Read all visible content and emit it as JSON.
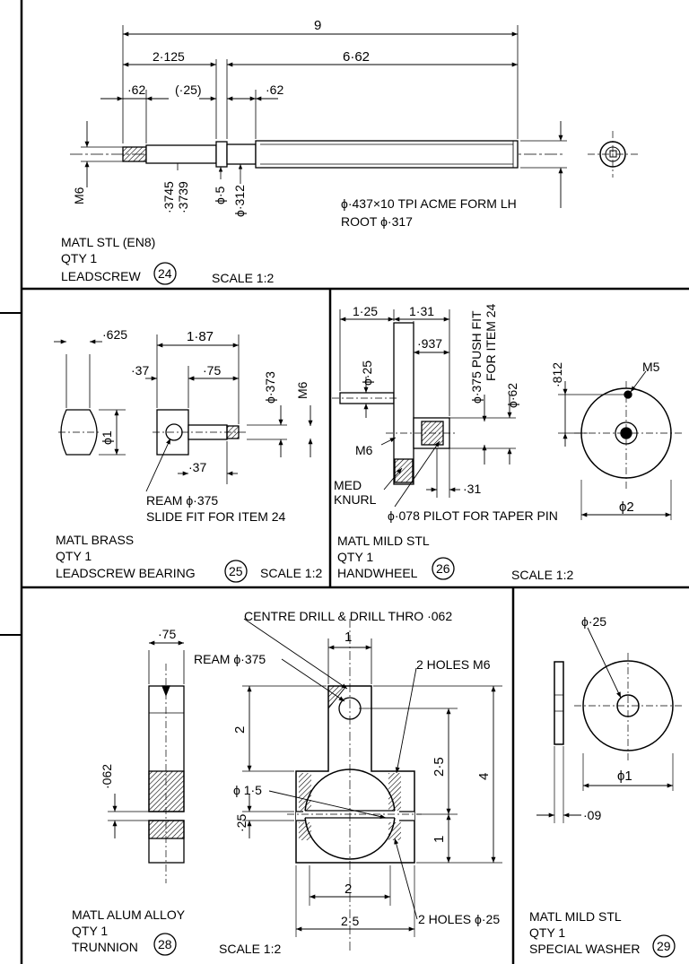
{
  "sheet": {
    "leadscrew": {
      "dims": {
        "overall": "9",
        "left": "2·125",
        "right": "6·62",
        "d062a": "·62",
        "d025p": "(·25)",
        "d062b": "·62",
        "m6": "M6",
        "d3745": "·3745",
        "d3739": "·3739",
        "d5": "ϕ·5",
        "d312": "ϕ·312",
        "acme": "ϕ·437×10 TPI ACME FORM LH",
        "root": "ROOT ϕ·317"
      },
      "title": {
        "matl": "MATL STL (EN8)",
        "qty": "QTY 1",
        "name": "LEADSCREW",
        "num": "24",
        "scale": "SCALE 1:2"
      }
    },
    "bearing": {
      "dims": {
        "d625": "·625",
        "d187": "1·87",
        "d037a": "·37",
        "d075": "·75",
        "d373": "ϕ·373",
        "m6": "M6",
        "phi1": "ϕ1",
        "d037b": "·37"
      },
      "notes": {
        "ream": "REAM ϕ·375",
        "slide": "SLIDE FIT FOR ITEM 24"
      },
      "title": {
        "matl": "MATL BRASS",
        "qty": "QTY 1",
        "name": "LEADSCREW BEARING",
        "num": "25",
        "scale": "SCALE 1:2"
      }
    },
    "handwheel": {
      "dims": {
        "d125": "1·25",
        "d131": "1·31",
        "d937": "·937",
        "d025": "ϕ·25",
        "push1": "ϕ·375 PUSH FIT",
        "push2": "FOR ITEM 24",
        "d062": "ϕ·62",
        "d812": "·812",
        "m5": "M5",
        "m6": "M6",
        "d031": "·31",
        "phi2": "ϕ2"
      },
      "notes": {
        "med": "MED",
        "knurl": "KNURL",
        "pilot": "ϕ·078 PILOT FOR TAPER PIN"
      },
      "title": {
        "matl": "MATL MILD STL",
        "qty": "QTY 1",
        "name": "HANDWHEEL",
        "num": "26",
        "scale": "SCALE 1:2"
      }
    },
    "trunnion": {
      "dims": {
        "d075": "·75",
        "d062": "·062",
        "d1top": "1",
        "d2": "2",
        "d25": "2·5",
        "d4": "4",
        "d15": "ϕ 1·5",
        "d025": "·25",
        "d1": "1",
        "d2b": "2",
        "d25b": "2·5"
      },
      "notes": {
        "centre": "CENTRE DRILL & DRILL THRO ·062",
        "ream": "REAM ϕ·375",
        "holes6": "2 HOLES M6",
        "holes25": "2 HOLES ϕ·25"
      },
      "title": {
        "matl": "MATL ALUM ALLOY",
        "qty": "QTY 1",
        "name": "TRUNNION",
        "num": "28",
        "scale": "SCALE 1:2"
      }
    },
    "washer": {
      "dims": {
        "d025": "ϕ·25",
        "phi1": "ϕ1",
        "d09": "·09"
      },
      "title": {
        "matl": "MATL MILD STL",
        "qty": "QTY 1",
        "name": "SPECIAL WASHER",
        "num": "29"
      }
    }
  }
}
